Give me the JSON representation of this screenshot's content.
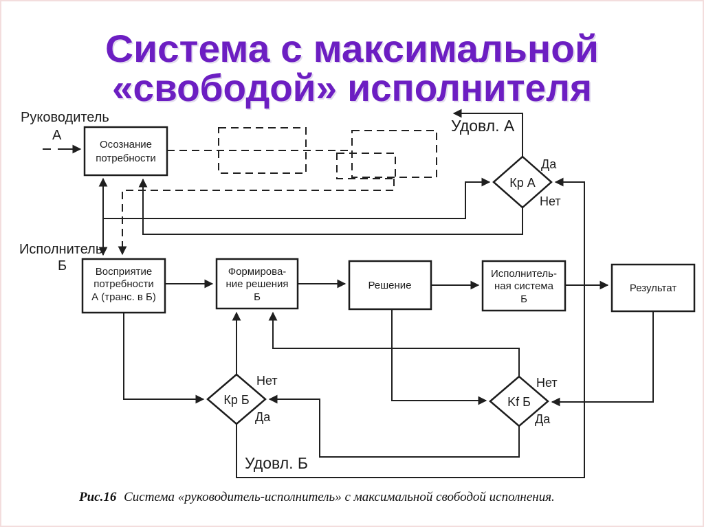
{
  "title": {
    "line1": "Система с максимальной",
    "line2": "«свободой» исполнителя",
    "color": "#6c1ec2"
  },
  "actors": {
    "leader_label": "Руководитель",
    "leader_sub": "А",
    "executor_label": "Исполнитель",
    "executor_sub": "Б"
  },
  "boxes": {
    "awareness": {
      "line1": "Осознание",
      "line2": "потребности"
    },
    "perception": {
      "line1": "Восприятие",
      "line2": "потребности",
      "line3": "А (транс. в Б)"
    },
    "formation": {
      "line1": "Формирова-",
      "line2": "ние решения",
      "line3": "Б"
    },
    "decision": {
      "label": "Решение"
    },
    "exec_system": {
      "line1": "Исполнитель-",
      "line2": "ная система",
      "line3": "Б"
    },
    "result": {
      "label": "Результат"
    }
  },
  "diamonds": {
    "kr_a": {
      "label": "Кр А",
      "yes": "Да",
      "no": "Нет"
    },
    "kr_b": {
      "label": "Кр Б",
      "yes": "Да",
      "no": "Нет"
    },
    "kf_b": {
      "label": "Kf Б",
      "yes": "Да",
      "no": "Нет"
    }
  },
  "annotations": {
    "satisfaction_a": "Удовл. А",
    "satisfaction_b": "Удовл. Б"
  },
  "caption": {
    "figure": "Рис.16",
    "text": "Система «руководитель-исполнитель» с максимальной свободой исполнения."
  },
  "colors": {
    "line": "#1f1f1f",
    "page_border": "#f3dddd"
  }
}
